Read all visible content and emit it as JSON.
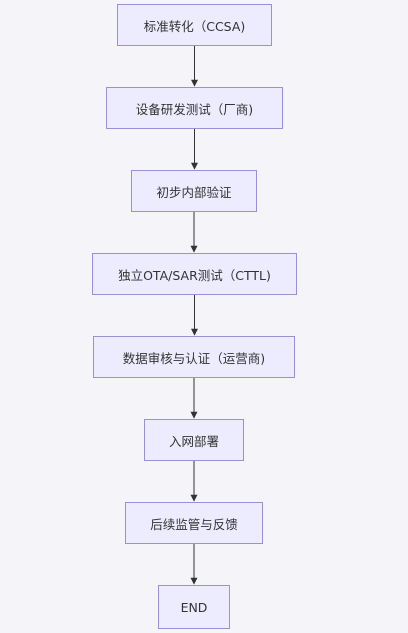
{
  "flowchart": {
    "nodes": [
      {
        "id": "n1",
        "label": "标准转化（CCSA)"
      },
      {
        "id": "n2",
        "label": "设备研发测试（厂商)"
      },
      {
        "id": "n3",
        "label": "初步内部验证"
      },
      {
        "id": "n4",
        "label": "独立OTA/SAR测试（CTTL)"
      },
      {
        "id": "n5",
        "label": "数据审核与认证（运营商)"
      },
      {
        "id": "n6",
        "label": "入网部署"
      },
      {
        "id": "n7",
        "label": "后续监管与反馈"
      },
      {
        "id": "n8",
        "label": "END"
      }
    ],
    "edges": [
      {
        "from": "n1",
        "to": "n2"
      },
      {
        "from": "n2",
        "to": "n3"
      },
      {
        "from": "n3",
        "to": "n4"
      },
      {
        "from": "n4",
        "to": "n5"
      },
      {
        "from": "n5",
        "to": "n6"
      },
      {
        "from": "n6",
        "to": "n7"
      },
      {
        "from": "n7",
        "to": "n8"
      }
    ],
    "colors": {
      "background": "#f5f4f8",
      "node_fill": "#ececfe",
      "node_border": "#9b8fd6",
      "edge": "#333333",
      "text": "#333333"
    }
  }
}
